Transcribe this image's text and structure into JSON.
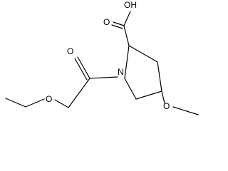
{
  "molecule": {
    "atoms": {
      "carboxyl_oh": "OH",
      "carboxyl_o": "O",
      "carbonyl_o": "O",
      "ring_n": "N",
      "ether_o": "O",
      "methoxy_o": "O"
    }
  }
}
